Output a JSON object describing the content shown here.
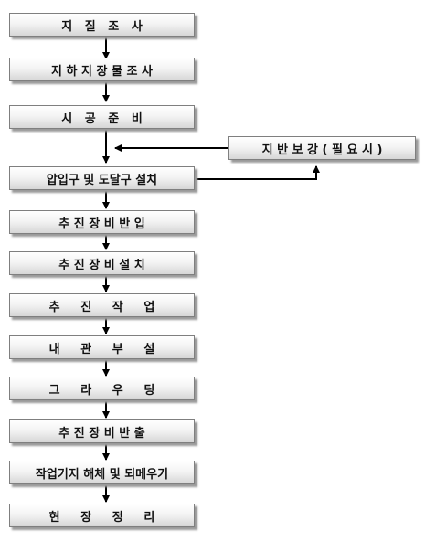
{
  "steps": [
    "지   질   조   사",
    "지 하 지 장 물 조 사",
    "시   공   준   비",
    "압입구 및 도달구 설치",
    "추 진 장 비 반 입",
    "추 진 장 비 설 치",
    "추     진     작     업",
    "내     관     부     설",
    "그     라     우     팅",
    "추 진 장 비 반 출",
    "작업기지 해체 및 되메우기",
    "현     장     정     리"
  ],
  "side_step": "지 반 보 강 ( 필 요 시 )",
  "colors": {
    "border": "#7f7f7f",
    "arrow": "#000000",
    "text": "#111111"
  }
}
